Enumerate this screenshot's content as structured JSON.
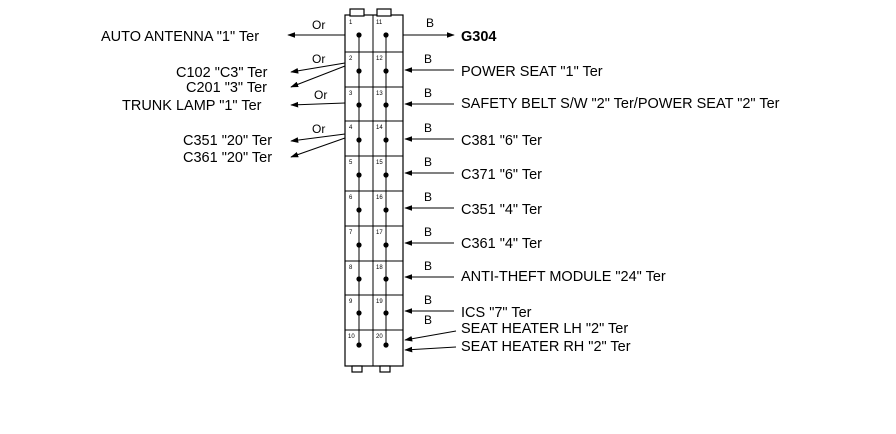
{
  "connector": {
    "left_pins": [
      "1",
      "2",
      "3",
      "4",
      "5",
      "6",
      "7",
      "8",
      "9",
      "10"
    ],
    "right_pins": [
      "11",
      "12",
      "13",
      "14",
      "15",
      "16",
      "17",
      "18",
      "19",
      "20"
    ]
  },
  "left": {
    "auto_antenna": {
      "label": "AUTO ANTENNA \"1\" Ter",
      "wire": "Or"
    },
    "c102": {
      "label": "C102 \"C3\" Ter",
      "wire": "Or"
    },
    "c201": {
      "label": "C201 \"3\" Ter"
    },
    "trunk_lamp": {
      "label": "TRUNK LAMP \"1\" Ter",
      "wire": "Or"
    },
    "c351_20": {
      "label": "C351 \"20\" Ter",
      "wire": "Or"
    },
    "c361_20": {
      "label": "C361 \"20\" Ter"
    }
  },
  "right": {
    "g304": {
      "label": "G304",
      "wire": "B"
    },
    "power_seat": {
      "label": "POWER SEAT \"1\" Ter",
      "wire": "B"
    },
    "safety_belt": {
      "label": "SAFETY BELT S/W \"2\" Ter/POWER SEAT \"2\" Ter",
      "wire": "B"
    },
    "c381": {
      "label": "C381 \"6\" Ter",
      "wire": "B"
    },
    "c371": {
      "label": "C371 \"6\" Ter",
      "wire": "B"
    },
    "c351_4": {
      "label": "C351 \"4\" Ter",
      "wire": "B"
    },
    "c361_4": {
      "label": "C361 \"4\" Ter",
      "wire": "B"
    },
    "anti_theft": {
      "label": "ANTI-THEFT MODULE \"24\" Ter",
      "wire": "B"
    },
    "ics": {
      "label": "ICS \"7\" Ter",
      "wire": "B"
    },
    "seat_heater_lh": {
      "label": "SEAT HEATER LH \"2\" Ter",
      "wire": "B"
    },
    "seat_heater_rh": {
      "label": "SEAT HEATER RH \"2\" Ter"
    }
  }
}
